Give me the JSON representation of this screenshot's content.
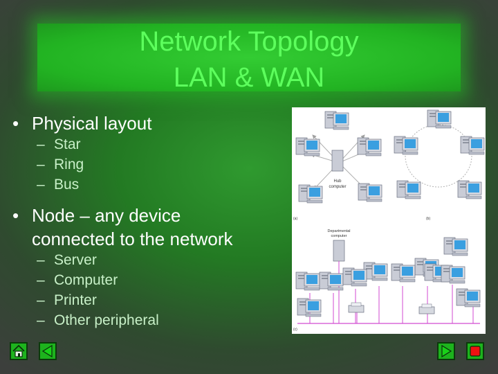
{
  "slide": {
    "title_line1": "Network Topology",
    "title_line2": "LAN & WAN",
    "bullets": [
      {
        "text": "Physical layout",
        "subitems": [
          "Star",
          "Ring",
          "Bus"
        ]
      },
      {
        "text_line1": "Node – any device",
        "text_line2": "connected to the network",
        "subitems": [
          "Server",
          "Computer",
          "Printer",
          "Other peripheral"
        ]
      }
    ],
    "bullet_glyph": "•",
    "dash_glyph": "–"
  },
  "figure": {
    "label_a": "(a)",
    "label_b": "(b)",
    "label_c": "(c)",
    "hub_label_1": "Hub",
    "hub_label_2": "computer",
    "dept_label_1": "Departmental",
    "dept_label_2": "computer"
  },
  "nav": {
    "icons": [
      "home-icon",
      "previous-slide-icon",
      "next-slide-icon",
      "end-show-icon"
    ]
  },
  "colors": {
    "title": "#5dff5d",
    "title_box": "#22b322",
    "body_text": "#ffffff",
    "sub_text": "#c8f0c8",
    "nav_button": "#1db31d",
    "stop_button": "#ee1111"
  }
}
